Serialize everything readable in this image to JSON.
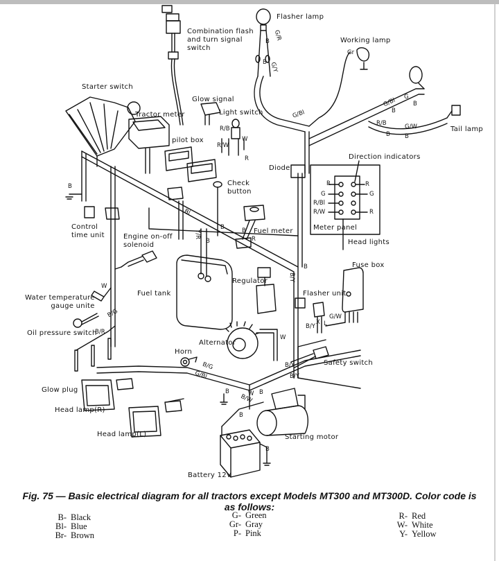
{
  "figure": {
    "caption": "Fig. 75 — Basic electrical diagram for all tractors except Models MT300 and MT300D. Color code is as follows:"
  },
  "components": {
    "combination_switch": "Combination flash\nand turn signal\nswitch",
    "flasher_lamp": "Flasher lamp",
    "working_lamp": "Working lamp",
    "starter_switch": "Starter switch",
    "tractor_meter": "Tractor meter",
    "glow_signal": "Glow signal",
    "light_switch": "Light switch",
    "pilot_box": "pilot box",
    "tail_lamp": "Tail lamp",
    "direction_indicators": "Direction indicators",
    "diode": "Diode",
    "check_button": "Check\nbutton",
    "meter_panel": "Meter panel",
    "head_lights": "Head lights",
    "control_time_unit": "Control\ntime unit",
    "engine_solenoid": "Engine on-off\nsolenoid",
    "fuel_meter": "Fuel meter",
    "fuse_box": "Fuse box",
    "fuel_tank": "Fuel tank",
    "regulator": "Regulator",
    "flasher_unit": "Flasher unit",
    "water_temp": "Water temperature\ngauge unite",
    "oil_pressure": "Oil pressure switch",
    "alternator": "Alternator",
    "horn": "Horn",
    "safety_switch": "Safety switch",
    "glow_plug": "Glow plug",
    "head_lamp_r": "Head lamp(R)",
    "head_lamp_l": "Head lamp(L)",
    "starting_motor": "Starting motor",
    "battery": "Battery 12V"
  },
  "wire_codes": {
    "flasher_gr": "G/R",
    "flasher_b": "B",
    "flasher_b2": "B",
    "flasher_gy": "G/Y",
    "working_gr": "Gr",
    "g_bl_top": "G/Bl",
    "rear_g_bl": "G/Bl",
    "rear_g": "G",
    "rear_b": "B",
    "rear_b2": "B",
    "tail_rb": "R/B",
    "tail_gw": "G/W",
    "tail_b": "B",
    "tail_b2": "B",
    "light_rb": "R/B",
    "light_w": "W",
    "light_rw": "R/W",
    "light_r": "R",
    "ground_b": "B",
    "harness_bl": "Bl",
    "tank_yr": "Y/R",
    "tank_b": "B",
    "check_b": "B",
    "fuel_b": "B",
    "fuel_r": "R",
    "water_w": "W",
    "oil_bg": "B/G",
    "oil_br": "B/R",
    "flasher_by": "B/Y",
    "fuse_b": "B",
    "flasher_x": "X",
    "flasher_l": "L",
    "flasher_gw": "G/W",
    "flasher_by2": "B/Y",
    "alt_w": "W",
    "horn_bg": "B/G",
    "horn_gbl": "G/Bl",
    "safety_by": "B/Y",
    "safety_by2": "B/Y",
    "ground_b2": "B",
    "motor_w": "W",
    "motor_b": "B",
    "motor_bw": "B/W",
    "battery_b": "B",
    "battery_b2": "B",
    "panel_r1": "R",
    "panel_r2": "R",
    "panel_g1": "G",
    "panel_g2": "G",
    "panel_rbl": "R/Bl",
    "panel_rw": "R/W",
    "panel_r3": "R"
  },
  "color_code": {
    "columns": [
      [
        {
          "code": "B-",
          "name": "Black"
        },
        {
          "code": "Bl-",
          "name": "Blue"
        },
        {
          "code": "Br-",
          "name": "Brown"
        }
      ],
      [
        {
          "code": "G-",
          "name": "Green"
        },
        {
          "code": "Gr-",
          "name": "Gray"
        },
        {
          "code": "P-",
          "name": "Pink"
        }
      ],
      [
        {
          "code": "R-",
          "name": "Red"
        },
        {
          "code": "W-",
          "name": "White"
        },
        {
          "code": "Y-",
          "name": "Yellow"
        }
      ]
    ]
  }
}
